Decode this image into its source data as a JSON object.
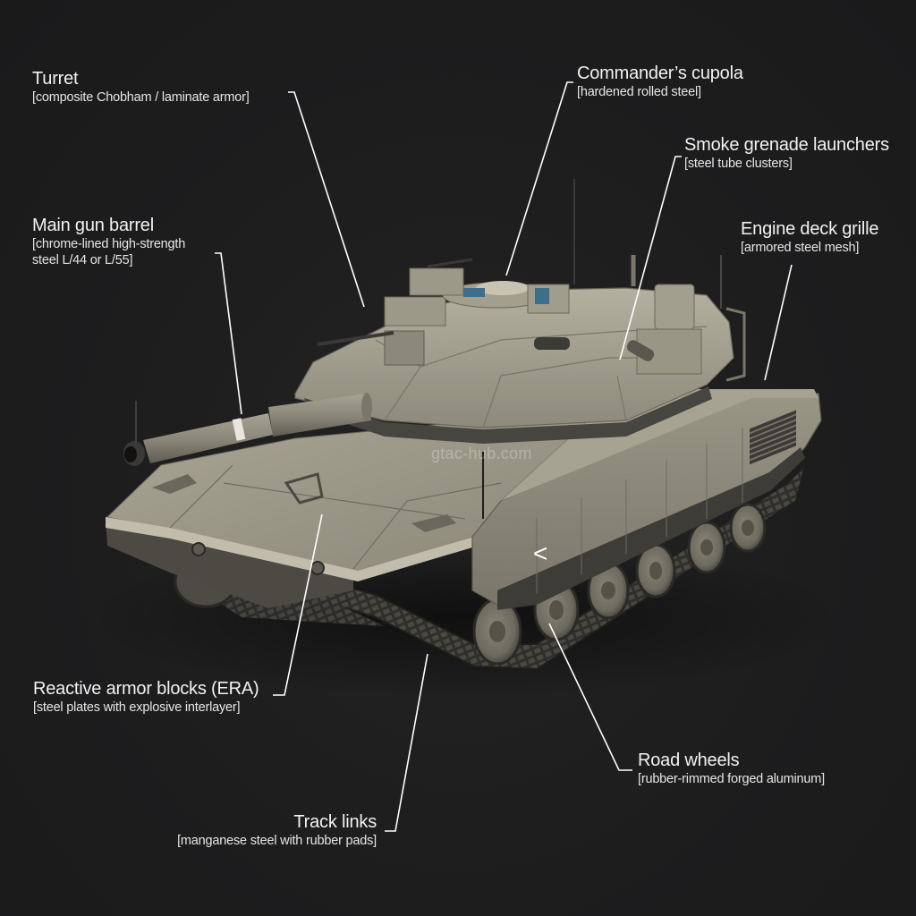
{
  "diagram": {
    "subject": "Main battle tank exploded material callout",
    "watermark": "gtac-hub.com",
    "hull_marking": "<",
    "colors": {
      "background": "#1d1d1e",
      "armor": "#8f8b7c",
      "armor_light": "#b3ae9e",
      "armor_dark": "#5f5c52",
      "track": "#3a3936",
      "leader_line": "#ffffff",
      "text": "#f2f2f2",
      "sight_glass": "#3d6e8c"
    }
  },
  "callouts": [
    {
      "id": "turret",
      "title": "Turret",
      "material": "[composite Chobham / laminate armor]"
    },
    {
      "id": "commanders-cupola",
      "title": "Commander’s cupola",
      "material": "[hardened rolled steel]"
    },
    {
      "id": "smoke-grenade-launchers",
      "title": "Smoke grenade launchers",
      "material": "[steel tube clusters]"
    },
    {
      "id": "main-gun-barrel",
      "title": "Main gun barrel",
      "material": "[chrome-lined high-strength",
      "material_line2": "steel L/44 or L/55]"
    },
    {
      "id": "engine-deck-grille",
      "title": "Engine deck grille",
      "material": "[armored steel mesh]"
    },
    {
      "id": "reactive-armor",
      "title": "Reactive armor blocks (ERA)",
      "material": "[steel plates with explosive interlayer]"
    },
    {
      "id": "road-wheels",
      "title": "Road wheels",
      "material": "[rubber-rimmed forged aluminum]"
    },
    {
      "id": "track-links",
      "title": "Track links",
      "material": "[manganese steel with rubber pads]"
    }
  ]
}
